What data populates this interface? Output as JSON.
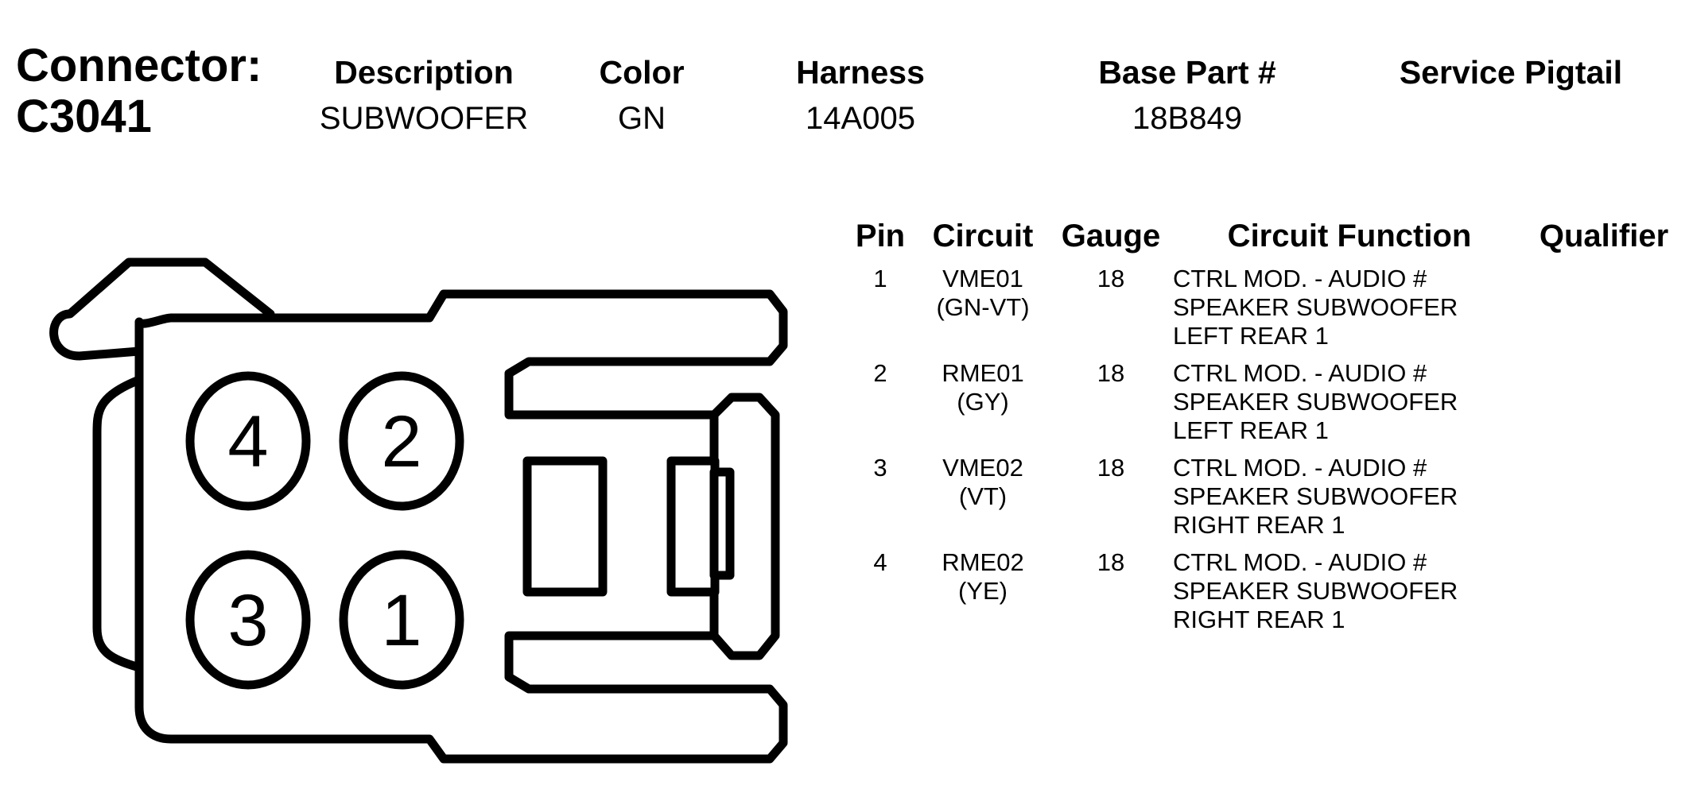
{
  "connector": {
    "label": "Connector:",
    "id": "C3041"
  },
  "header": {
    "columns": [
      {
        "key": "description",
        "label": "Description",
        "value": "SUBWOOFER"
      },
      {
        "key": "color",
        "label": "Color",
        "value": "GN"
      },
      {
        "key": "harness",
        "label": "Harness",
        "value": "14A005"
      },
      {
        "key": "base_part",
        "label": "Base Part #",
        "value": "18B849"
      },
      {
        "key": "service_pigtail",
        "label": "Service Pigtail",
        "value": ""
      }
    ]
  },
  "pin_table": {
    "headers": {
      "pin": "Pin",
      "circuit": "Circuit",
      "gauge": "Gauge",
      "function": "Circuit Function",
      "qualifier": "Qualifier"
    },
    "rows": [
      {
        "pin": "1",
        "circuit": "VME01",
        "circuit_color": "(GN-VT)",
        "gauge": "18",
        "function": [
          "CTRL MOD. - AUDIO #",
          "SPEAKER SUBWOOFER",
          "LEFT REAR 1"
        ],
        "qualifier": ""
      },
      {
        "pin": "2",
        "circuit": "RME01",
        "circuit_color": "(GY)",
        "gauge": "18",
        "function": [
          "CTRL MOD. - AUDIO #",
          "SPEAKER SUBWOOFER",
          "LEFT REAR 1"
        ],
        "qualifier": ""
      },
      {
        "pin": "3",
        "circuit": "VME02",
        "circuit_color": "(VT)",
        "gauge": "18",
        "function": [
          "CTRL MOD. - AUDIO #",
          "SPEAKER SUBWOOFER",
          "RIGHT REAR 1"
        ],
        "qualifier": ""
      },
      {
        "pin": "4",
        "circuit": "RME02",
        "circuit_color": "(YE)",
        "gauge": "18",
        "function": [
          "CTRL MOD. - AUDIO #",
          "SPEAKER SUBWOOFER",
          "RIGHT REAR 1"
        ],
        "qualifier": ""
      }
    ]
  },
  "diagram": {
    "cavities": [
      {
        "pin": "4",
        "position": "top-left"
      },
      {
        "pin": "2",
        "position": "top-right"
      },
      {
        "pin": "3",
        "position": "bottom-left"
      },
      {
        "pin": "1",
        "position": "bottom-right"
      }
    ],
    "stroke_color": "#000000",
    "fill_color": "#ffffff"
  }
}
